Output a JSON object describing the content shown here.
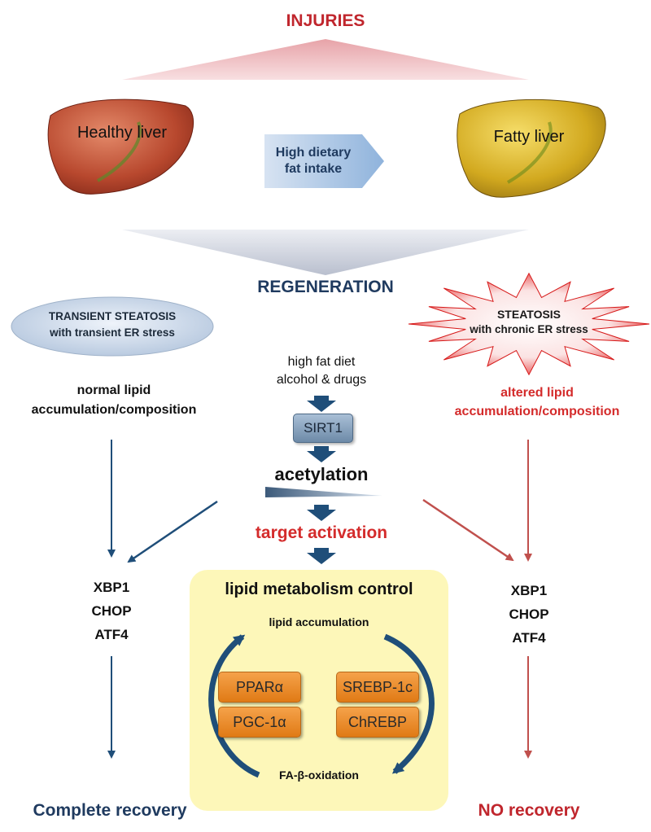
{
  "header": {
    "title": "INJURIES"
  },
  "top": {
    "left_liver": "Healthy liver",
    "right_liver": "Fatty liver",
    "arrow_line1": "High dietary",
    "arrow_line2": "fat intake"
  },
  "regeneration": "REGENERATION",
  "left_branch": {
    "bubble_line1": "TRANSIENT STEATOSIS",
    "bubble_line2": "with transient ER stress",
    "text_line1": "normal lipid",
    "text_line2": "accumulation/composition",
    "genes": [
      "XBP1",
      "CHOP",
      "ATF4"
    ],
    "outcome": "Complete recovery"
  },
  "right_branch": {
    "burst_line1": "STEATOSIS",
    "burst_line2": "with chronic ER stress",
    "text_line1": "altered lipid",
    "text_line2": "accumulation/composition",
    "genes": [
      "XBP1",
      "CHOP",
      "ATF4"
    ],
    "outcome": "NO recovery"
  },
  "center": {
    "cause_line1": "high fat diet",
    "cause_line2": "alcohol & drugs",
    "sirt": "SIRT1",
    "acetylation": "acetylation",
    "target": "target activation",
    "panel_title": "lipid metabolism control",
    "lipid_accumulation": "lipid accumulation",
    "fa_oxidation": "FA-β-oxidation",
    "factors": [
      "PPARα",
      "SREBP-1c",
      "PGC-1α",
      "ChREBP"
    ]
  },
  "colors": {
    "red_title": "#c0262d",
    "navy": "#1f3a5f",
    "red_path": "#c0504d",
    "blue_arrow": "#1f4e79",
    "panel_bg": "#fdf7b9",
    "gene_box": "#f08c28"
  },
  "icons": {
    "left_liver": "liver-healthy-icon",
    "right_liver": "liver-fatty-icon",
    "left_bubble": "ellipse-bubble",
    "right_burst": "starburst-shape"
  }
}
